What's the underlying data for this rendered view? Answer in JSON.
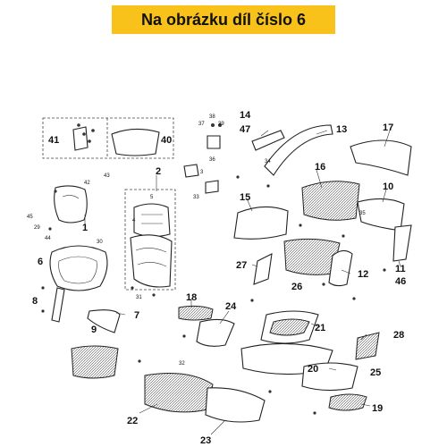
{
  "header": {
    "title": "Na obrázku díl číslo 6"
  },
  "colors": {
    "banner": "#f8c21a",
    "lines": "#222222",
    "background": "#ffffff"
  },
  "labels": {
    "l41": "41",
    "l40": "40",
    "l2": "2",
    "l1": "1",
    "l6": "6",
    "l8": "8",
    "l9": "9",
    "l7": "7",
    "l3": "3",
    "l5": "5",
    "l4": "4",
    "l38": "38",
    "l37": "37",
    "l39": "39",
    "l36": "36",
    "l14": "14",
    "l47": "47",
    "l13": "13",
    "l17": "17",
    "l16": "16",
    "l35": "35",
    "l15": "15",
    "l10": "10",
    "l11": "11",
    "l46": "46",
    "l27": "27",
    "l26": "26",
    "l12": "12",
    "l18": "18",
    "l24": "24",
    "l21": "21",
    "l28": "28",
    "l20": "20",
    "l25": "25",
    "l19": "19",
    "l22": "22",
    "l23": "23",
    "l29": "29",
    "l30": "30",
    "l31": "31",
    "l32": "32",
    "l33": "33",
    "l34": "34",
    "l42": "42",
    "l43": "43",
    "l44": "44",
    "l45": "45"
  }
}
